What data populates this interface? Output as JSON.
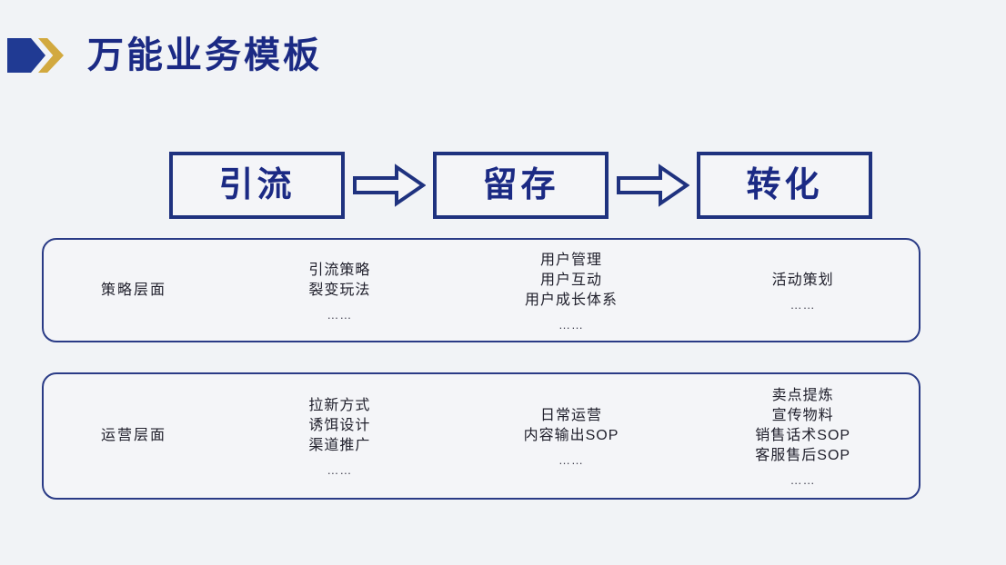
{
  "header": {
    "title": "万能业务模板",
    "logo": {
      "pentagon_color": "#203a93",
      "chevron_color": "#d2a93f"
    }
  },
  "theme": {
    "background": "#f1f3f6",
    "primary_blue": "#1b2a84",
    "border_blue": "#1f327f",
    "panel_border": "#2a3b86",
    "text_color": "#20202c"
  },
  "flow": {
    "stages": [
      {
        "label": "引流"
      },
      {
        "label": "留存"
      },
      {
        "label": "转化"
      }
    ],
    "arrows": [
      {
        "name": "arrow-right-icon"
      },
      {
        "name": "arrow-right-icon"
      }
    ]
  },
  "panels": [
    {
      "layer_label": "策略层面",
      "columns": [
        {
          "lines": [
            "引流策略",
            "裂变玩法"
          ],
          "ellipsis": "……"
        },
        {
          "lines": [
            "用户管理",
            "用户互动",
            "用户成长体系"
          ],
          "ellipsis": "……"
        },
        {
          "lines": [
            "活动策划"
          ],
          "ellipsis": "……"
        }
      ]
    },
    {
      "layer_label": "运营层面",
      "columns": [
        {
          "lines": [
            "拉新方式",
            "诱饵设计",
            "渠道推广"
          ],
          "ellipsis": "……"
        },
        {
          "lines": [
            "日常运营",
            "内容输出SOP"
          ],
          "ellipsis": "……"
        },
        {
          "lines": [
            "卖点提炼",
            "宣传物料",
            "销售话术SOP",
            "客服售后SOP"
          ],
          "ellipsis": "……"
        }
      ]
    }
  ]
}
